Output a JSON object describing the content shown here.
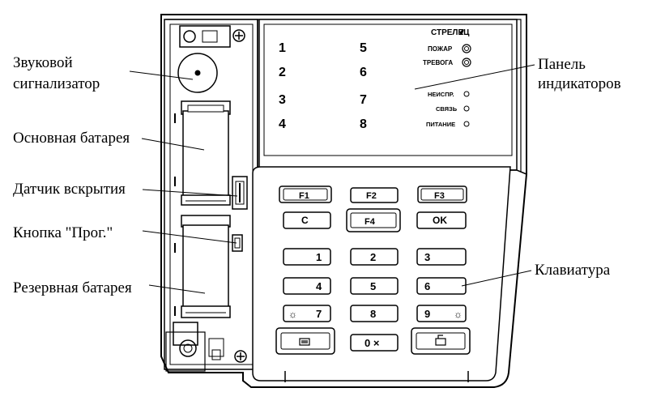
{
  "labels": {
    "buzzer_line1": "Звуковой",
    "buzzer_line2": "сигнализатор",
    "main_battery": "Основная батарея",
    "tamper_sensor": "Датчик вскрытия",
    "prog_button": "Кнопка \"Прог.\"",
    "backup_battery": "Резервная батарея",
    "indicator_panel_line1": "Панель",
    "indicator_panel_line2": "индикаторов",
    "keypad": "Клавиатура"
  },
  "indicator_panel": {
    "brand": "СТРЕЛЕЦ",
    "zones_left": [
      "1",
      "2",
      "3",
      "4"
    ],
    "zones_right": [
      "5",
      "6",
      "7",
      "8"
    ],
    "large_indicators": [
      "ПОЖАР",
      "ТРЕВОГА"
    ],
    "small_indicators": [
      "НЕИСПР.",
      "СВЯЗЬ",
      "ПИТАНИЕ"
    ]
  },
  "keypad": {
    "row1": [
      "F1",
      "F2",
      "F3"
    ],
    "row2": [
      "C",
      "F4",
      "OK"
    ],
    "row3": [
      "1",
      "2",
      "3"
    ],
    "row4": [
      "4",
      "5",
      "6"
    ],
    "row5": [
      "7",
      "8",
      "9"
    ],
    "zero_key": "0 ×"
  },
  "colors": {
    "line": "#000000",
    "background": "#ffffff",
    "indicator_panel_fill": "#f2f2f2"
  }
}
